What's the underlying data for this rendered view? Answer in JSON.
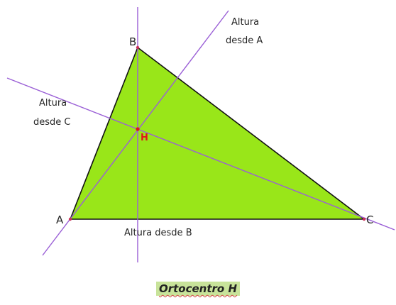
{
  "diagram": {
    "vertices": {
      "A": "A",
      "B": "B",
      "C": "C"
    },
    "orthocenter_label": "H",
    "altitude_labels": {
      "from_a_line1": "Altura",
      "from_a_line2": "desde A",
      "from_b": "Altura desde B",
      "from_c_line1": "Altura",
      "from_c_line2": "desde C"
    },
    "caption": "Ortocentro H",
    "colors": {
      "triangle_fill": "#99e619",
      "triangle_stroke": "#111111",
      "altitude_line": "#9a5fd6",
      "vertex_point": "#c8325a",
      "orthocenter_point": "#e0141a",
      "caption_highlight": "#c8e39a"
    }
  }
}
